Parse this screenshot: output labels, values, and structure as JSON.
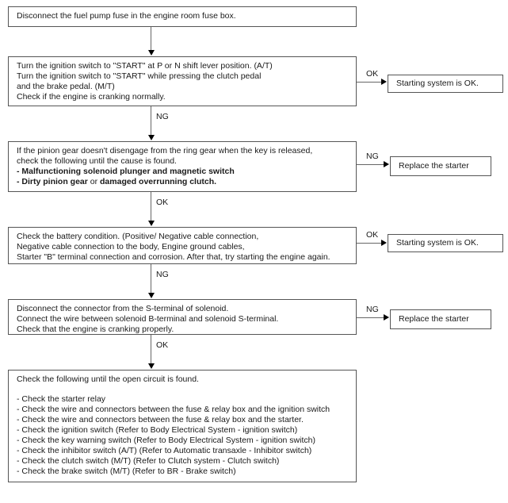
{
  "boxes": {
    "step1": {
      "line1": "Disconnect the fuel pump fuse in the engine room fuse box."
    },
    "step2": {
      "line1": "Turn the ignition switch to \"START\" at P or N shift lever position. (A/T)",
      "line2": "Turn the ignition switch to \"START\" while pressing the clutch pedal",
      "line3": "and the brake pedal. (M/T)",
      "line4": "Check if the engine is cranking normally."
    },
    "step3": {
      "line1": "If the pinion gear doesn't disengage from the ring gear when the key is released,",
      "line2": "check the following until the cause is found.",
      "line3_bold": "- Malfunctioning solenoid plunger and magnetic switch",
      "line4_bold1": "- Dirty pinion gear",
      "line4_normal": " or ",
      "line4_bold2": "damaged overrunning clutch."
    },
    "step4": {
      "line1": "Check the battery condition. (Positive/ Negative cable connection,",
      "line2": "Negative cable connection to the body, Engine ground cables,",
      "line3": "Starter \"B\" terminal connection and corrosion. After that, try starting the engine again."
    },
    "step5": {
      "line1": "Disconnect the connector from the S-terminal of solenoid.",
      "line2": "Connect the wire between solenoid B-terminal and solenoid S-terminal.",
      "line3": "Check that the engine is cranking properly."
    },
    "step6": {
      "line1": "Check the following until the open circuit is found.",
      "item1": "- Check the starter relay",
      "item2": "- Check the wire and connectors between the fuse & relay box and the ignition switch",
      "item3": "- Check the wire and connectors between the fuse & relay box and the starter.",
      "item4": "- Check the ignition switch (Refer to Body Electrical System - ignition switch)",
      "item5": "- Check the key warning switch (Refer to Body Electrical System - ignition switch)",
      "item6": "- Check the inhibitor switch (A/T) (Refer to Automatic transaxle - Inhibitor switch)",
      "item7": "- Check the clutch switch (M/T) (Refer to Clutch system - Clutch switch)",
      "item8": "- Check the brake switch (M/T) (Refer to BR - Brake switch)"
    }
  },
  "down_connectors": {
    "c23": "NG",
    "c34": "OK",
    "c45": "NG",
    "c56": "OK"
  },
  "results": {
    "row2": {
      "label": "OK",
      "text": "Starting system is OK."
    },
    "row3": {
      "label": "NG",
      "text": "Replace the starter"
    },
    "row4": {
      "label": "OK",
      "text": "Starting system is OK."
    },
    "row5": {
      "label": "NG",
      "text": "Replace the starter"
    }
  }
}
